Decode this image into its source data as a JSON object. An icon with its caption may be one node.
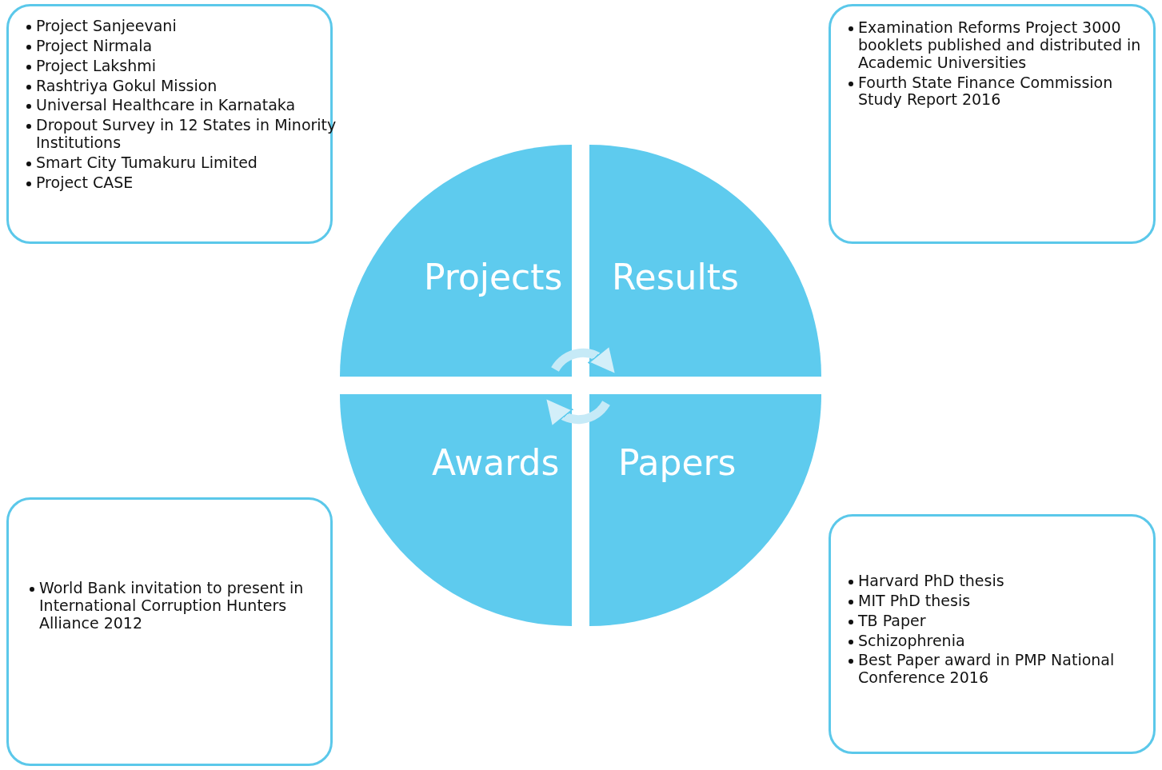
{
  "diagram": {
    "nodes": [
      {
        "text": [
          "Project Sanjeevani",
          "Project Nirmala",
          "Project Lakshmi",
          "Rashtriya Gokul Mission",
          "Universal Healthcare in Karnataka",
          "Dropout Survey in 12 States in Minority Institutions",
          "Smart City Tumakuru Limited",
          "Project CASE"
        ]
      },
      {
        "text": [
          "Examination Reforms Project 3000 booklets published and distributed in Academic Universities",
          "Fourth State Finance Commission Study Report 2016"
        ]
      },
      {
        "text": [
          "Projects"
        ]
      },
      {
        "text": [
          "Results"
        ]
      },
      {
        "text": [
          "Awards"
        ]
      },
      {
        "text": [
          "Papers"
        ]
      },
      {
        "text": [
          "World Bank invitation to present in International Corruption Hunters Alliance 2012"
        ]
      },
      {
        "text": [
          "Harvard PhD thesis",
          "MIT PhD thesis",
          "TB Paper",
          "Schizophrenia",
          "Best Paper award in PMP National Conference 2016"
        ]
      }
    ],
    "edges": [
      {
        "from": 2,
        "to": 3,
        "arrow": "to"
      },
      {
        "from": 5,
        "to": 4,
        "arrow": "to"
      }
    ]
  }
}
